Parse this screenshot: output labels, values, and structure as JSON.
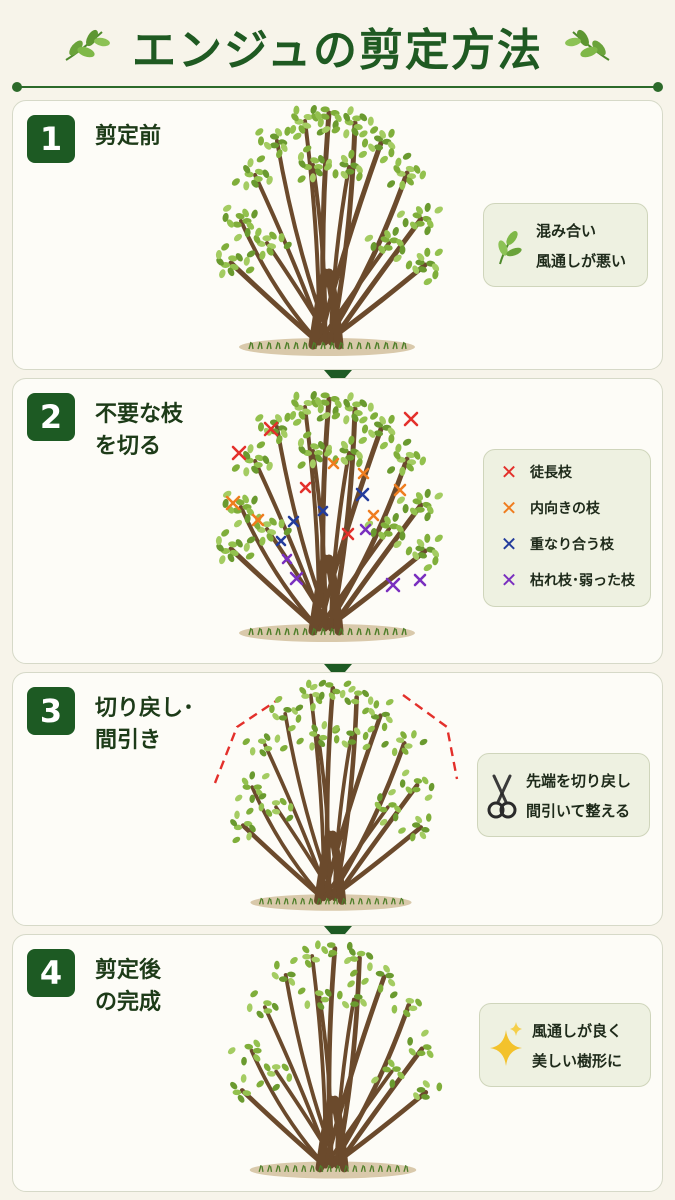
{
  "title": "エンジュの剪定方法",
  "colors": {
    "accent": "#1d5a23",
    "leaf": "#7fae3a",
    "trunk": "#6b4a2c",
    "red": "#e3302b",
    "orange": "#ef7d1f",
    "blue": "#233c9c",
    "purple": "#7a2fbf"
  },
  "steps": [
    {
      "number": "1",
      "label_lines": [
        "剪定前"
      ],
      "callout": {
        "icon": "leaf-icon",
        "lines": [
          "混み合い",
          "風通しが悪い"
        ]
      }
    },
    {
      "number": "2",
      "label_lines": [
        "不要な枝",
        "を切る"
      ],
      "legend": [
        {
          "mark": "✕",
          "color": "#e3302b",
          "text": "徒長枝"
        },
        {
          "mark": "✕",
          "color": "#ef7d1f",
          "text": "内向きの枝"
        },
        {
          "mark": "✕",
          "color": "#233c9c",
          "text": "重なり合う枝"
        },
        {
          "mark": "✕",
          "color": "#7a2fbf",
          "text": "枯れ枝･弱った枝"
        }
      ]
    },
    {
      "number": "3",
      "label_lines": [
        "切り戻し･",
        "間引き"
      ],
      "callout": {
        "icon": "scissors-icon",
        "lines": [
          "先端を切り戻し",
          "間引いて整える"
        ]
      }
    },
    {
      "number": "4",
      "label_lines": [
        "剪定後",
        "の完成"
      ],
      "callout": {
        "icon": "sparkle-icon",
        "lines": [
          "風通しが良く",
          "美しい樹形に"
        ]
      }
    }
  ]
}
